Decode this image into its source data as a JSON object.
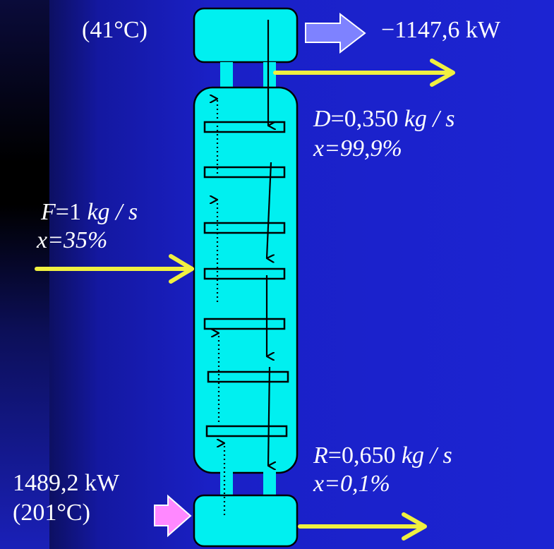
{
  "condenser": {
    "temperature": "(41°C)",
    "duty": "−1147,6 kW"
  },
  "distillate": {
    "flow_var": "D",
    "flow_value": "=0,350",
    "flow_unit": "kg / s",
    "comp_var": "x",
    "comp_value": "=99,9%"
  },
  "feed": {
    "flow_var": "F",
    "flow_value": "=1",
    "flow_unit": "kg / s",
    "comp_var": "x",
    "comp_value": "=35%"
  },
  "bottoms": {
    "flow_var": "R",
    "flow_value": "=0,650",
    "flow_unit": "kg / s",
    "comp_var": "x",
    "comp_value": "=0,1%"
  },
  "reboiler": {
    "duty": "1489,2 kW",
    "temperature": "(201°C)"
  },
  "colors": {
    "vessel": "#00f0f0",
    "stream": "#f0f040",
    "heat_out": "#7e82ff",
    "heat_in": "#ff88ff"
  }
}
